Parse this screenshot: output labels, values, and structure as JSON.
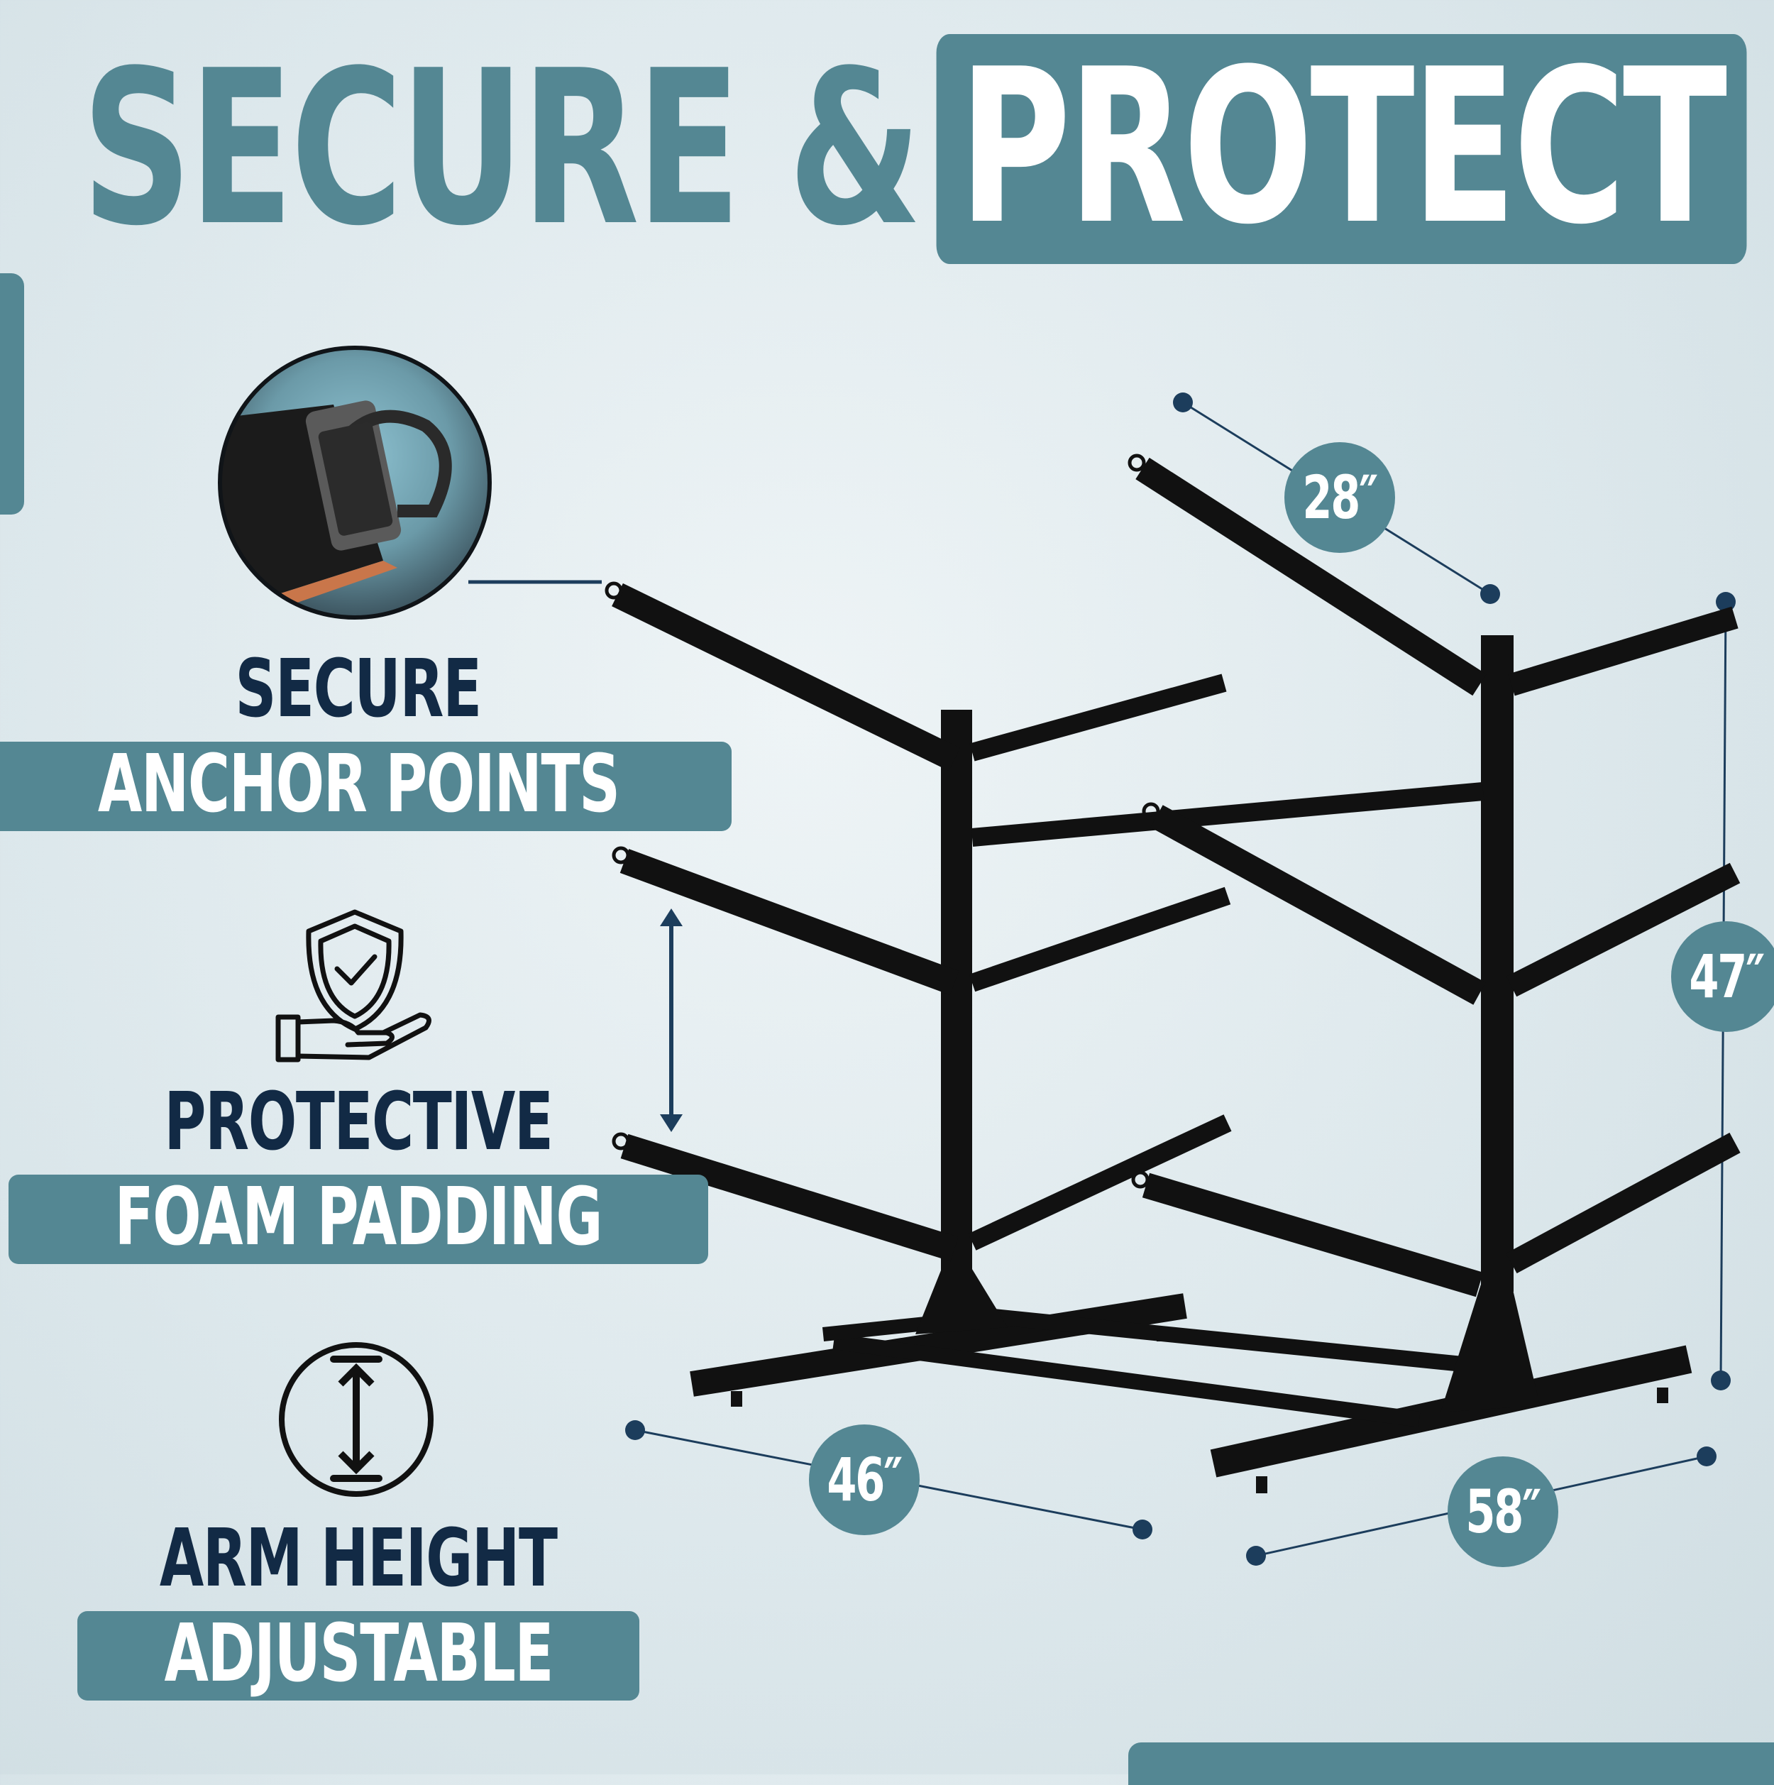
{
  "headline": {
    "part1": "SECURE &",
    "part2": "PROTECT"
  },
  "features": [
    {
      "line1": "SECURE",
      "line2": "ANCHOR POINTS",
      "icon": "anchor-loop-closeup"
    },
    {
      "line1": "PROTECTIVE",
      "line2": "FOAM PADDING",
      "icon": "shield-hand-icon"
    },
    {
      "line1": "ARM HEIGHT",
      "line2": "ADJUSTABLE",
      "icon": "vertical-arrows-circle-icon"
    }
  ],
  "dimensions": {
    "depth": "28″",
    "height": "47″",
    "width_left": "46″",
    "width_right": "58″"
  },
  "colors": {
    "accent": "#548793",
    "dark_text": "#122a45",
    "frame": "#111111",
    "dimension_line": "#1c3d5c"
  }
}
